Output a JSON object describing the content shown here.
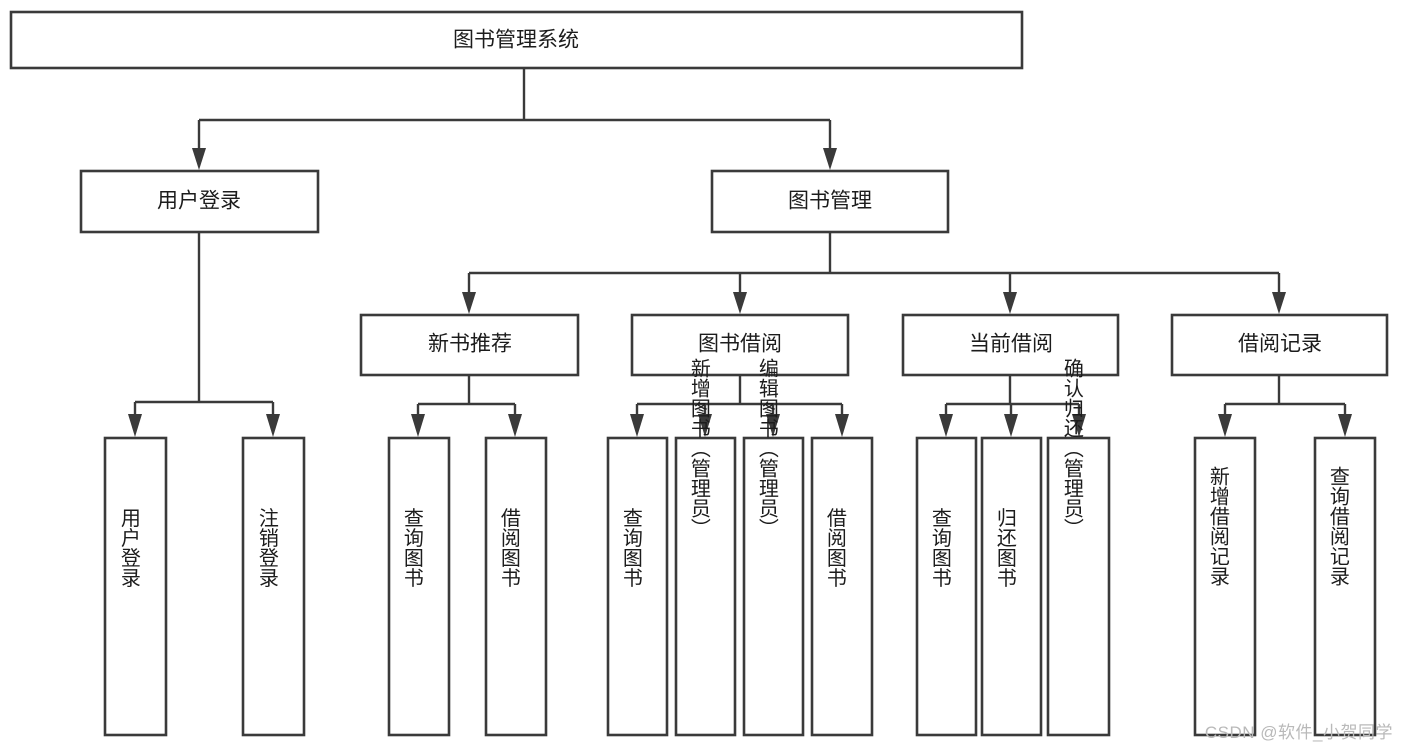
{
  "diagram": {
    "title": "图书管理系统",
    "type": "tree",
    "orientation": "top-down",
    "colors": {
      "box_fill": "#ffffff",
      "box_stroke": "#3a3a3a",
      "text": "#1c1c1c",
      "background": "#ffffff",
      "watermark": "#b9b9b9"
    },
    "root": {
      "label": "图书管理系统"
    },
    "level2": [
      {
        "label": "用户登录"
      },
      {
        "label": "图书管理"
      }
    ],
    "level3": [
      {
        "label": "新书推荐"
      },
      {
        "label": "图书借阅"
      },
      {
        "label": "当前借阅"
      },
      {
        "label": "借阅记录"
      }
    ],
    "leaves": {
      "user_login": [
        {
          "label": "用户登录"
        },
        {
          "label": "注销登录"
        }
      ],
      "new_book_recommend": [
        {
          "label": "查询图书"
        },
        {
          "label": "借阅图书"
        }
      ],
      "book_borrow": [
        {
          "label": "查询图书"
        },
        {
          "label": "新增图书（管理员）"
        },
        {
          "label": "编辑图书（管理员）"
        },
        {
          "label": "借阅图书"
        }
      ],
      "current_borrow": [
        {
          "label": "查询图书"
        },
        {
          "label": "归还图书"
        },
        {
          "label": "确认归还（管理员）"
        }
      ],
      "borrow_record": [
        {
          "label": "新增借阅记录"
        },
        {
          "label": "查询借阅记录"
        }
      ]
    },
    "watermark": "CSDN @软件_小贺同学"
  }
}
